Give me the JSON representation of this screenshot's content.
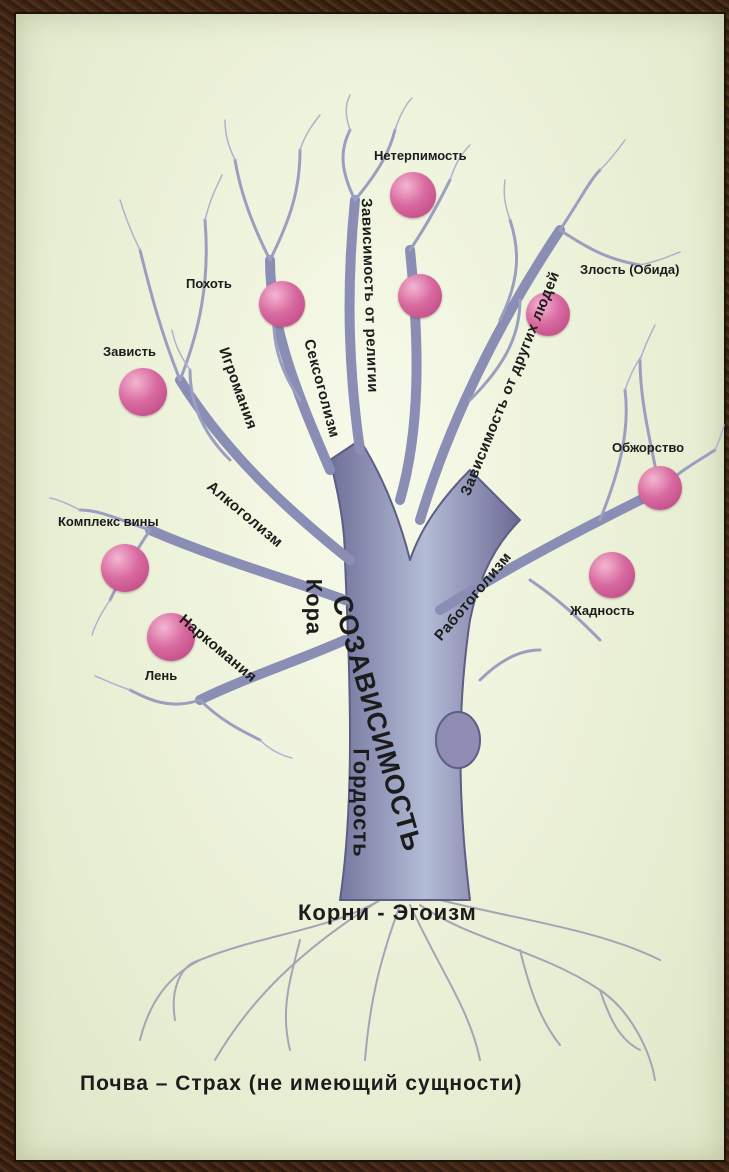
{
  "labels": {
    "neterpimost": "Нетерпимость",
    "zavisimost_religii": "Зависимость от религии",
    "zavisimost_lyudey": "Зависимость от других людей",
    "zlost": "Злость (Обида)",
    "pohot": "Похоть",
    "zavist": "Зависть",
    "igromaniya": "Игромания",
    "seksogolizm": "Сексоголизм",
    "alkogolizm": "Алкоголизм",
    "obzhorstvo": "Обжорство",
    "kompleks_viny": "Комплекс вины",
    "rabotogolizm": "Работоголизм",
    "zhadnost": "Жадность",
    "narkomaniya": "Наркомания",
    "kora": "Кора",
    "sozavisimost": "СОЗАВИСИМОСТЬ",
    "len": "Лень",
    "gordost": "Гордость",
    "korni": "Корни - Эгоизм",
    "pochva": "Почва – Страх (не имеющий сущности)"
  },
  "colors": {
    "fruit": "#d86aa0",
    "trunk": "#8c8fb6",
    "paper": "#eef3dd"
  }
}
